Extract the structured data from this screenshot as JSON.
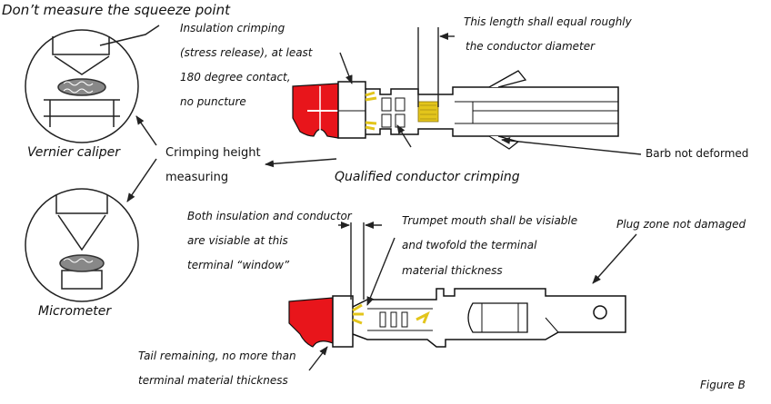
{
  "colors": {
    "insulation_red": "#e8151b",
    "conductor_gold": "#e3c51b",
    "line": "#222222",
    "text": "#111111",
    "background": "#ffffff"
  },
  "labels": {
    "dont_measure": "Don’t measure the squeeze point",
    "insulation_crimp": [
      "Insulation crimping",
      "(stress release), at least",
      "180 degree contact,",
      "no puncture"
    ],
    "length_note": [
      "This length shall equal roughly",
      "the conductor diameter"
    ],
    "barb": "Barb not deformed",
    "vernier": "Vernier caliper",
    "crimp_height": [
      "Crimping height",
      "measuring"
    ],
    "qualified": "Qualified conductor crimping",
    "both_visible": [
      "Both insulation and conductor",
      "are visiable at this",
      "terminal “window”"
    ],
    "trumpet": [
      "Trumpet mouth shall be visiable",
      "and twofold the terminal",
      "material thickness"
    ],
    "plug_zone": "Plug zone not damaged",
    "micrometer": "Micrometer",
    "tail": [
      "Tail remaining, no more than",
      "terminal material thickness"
    ],
    "figure": "Figure B"
  }
}
